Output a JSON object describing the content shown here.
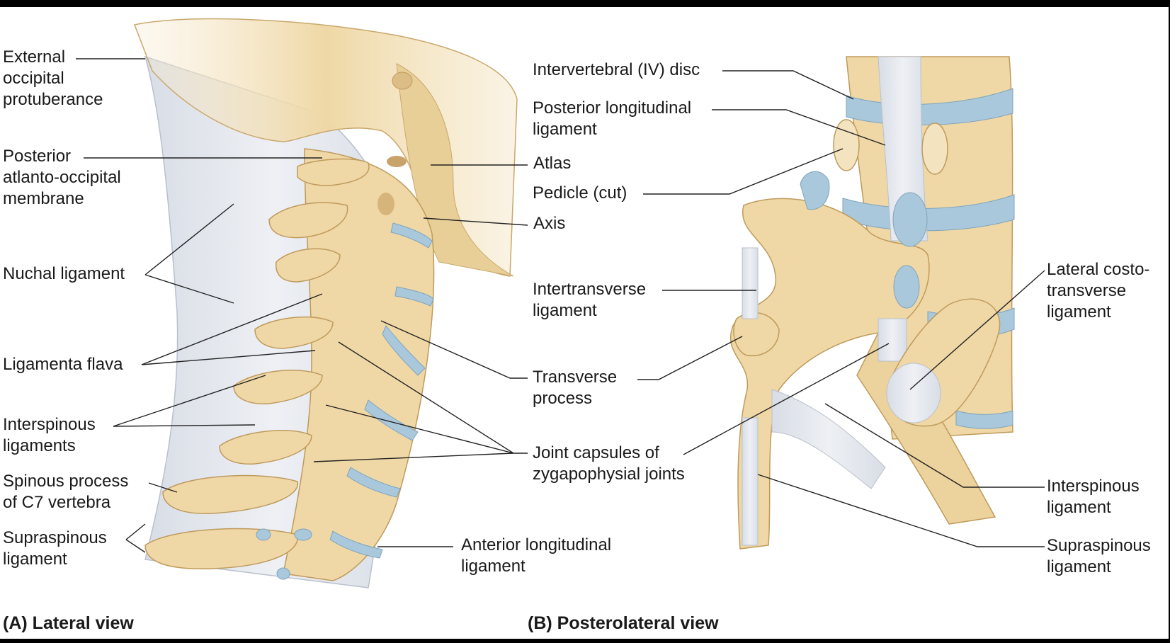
{
  "figure": {
    "panel_a": {
      "caption_letter": "(A)",
      "caption_text": "Lateral view",
      "labels": {
        "external_occipital_protuberance": "External\noccipital\nprotuberance",
        "posterior_atlanto_occipital_membrane": "Posterior\natlanto-occipital\nmembrane",
        "nuchal_ligament": "Nuchal ligament",
        "ligamenta_flava": "Ligamenta flava",
        "interspinous_ligaments": "Interspinous\nligaments",
        "spinous_process_c7": "Spinous process\nof C7 vertebra",
        "supraspinous_ligament": "Supraspinous\nligament",
        "atlas": "Atlas",
        "axis": "Axis",
        "anterior_longitudinal_ligament": "Anterior longitudinal\nligament"
      }
    },
    "panel_b": {
      "caption_letter": "(B)",
      "caption_text": "Posterolateral view",
      "labels": {
        "intervertebral_disc": "Intervertebral (IV) disc",
        "posterior_longitudinal_ligament": "Posterior longitudinal\nligament",
        "pedicle_cut": "Pedicle (cut)",
        "intertransverse_ligament": "Intertransverse\nligament",
        "transverse_process": "Transverse\nprocess",
        "joint_capsules": "Joint capsules of\nzygapophysial joints",
        "lateral_costotransverse_ligament": "Lateral costo-\ntransverse\nligament",
        "interspinous_ligament": "Interspinous\nligament",
        "supraspinous_ligament": "Supraspinous\nligament"
      }
    },
    "colors": {
      "bone": "#efd8a6",
      "bone_shadow": "#d9b878",
      "ligament": "#e4e8ef",
      "cartilage": "#a9c8dc",
      "leader_line": "#222222"
    }
  }
}
